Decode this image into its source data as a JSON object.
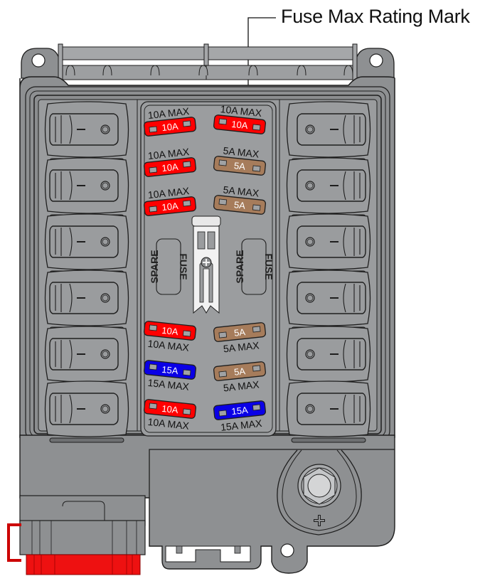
{
  "callout": {
    "label": "Fuse Max Rating Mark"
  },
  "colors": {
    "housing": "#8e9092",
    "housing_light": "#a3a5a7",
    "panel": "#9a9c9e",
    "fuse_red": "#ff0000",
    "fuse_tan": "#a67c5b",
    "fuse_blue": "#0a00e6",
    "connector_red": "#ee1111",
    "outline": "#1e1e1e"
  },
  "fuses_top": [
    {
      "id": "fuse-1",
      "rating": "10A",
      "max_label": "10A MAX",
      "color": "red",
      "column": "left"
    },
    {
      "id": "fuse-2",
      "rating": "10A",
      "max_label": "10A MAX",
      "color": "red",
      "column": "right"
    },
    {
      "id": "fuse-3",
      "rating": "10A",
      "max_label": "10A MAX",
      "color": "red",
      "column": "left"
    },
    {
      "id": "fuse-4",
      "rating": "5A",
      "max_label": "5A MAX",
      "color": "tan",
      "column": "right"
    },
    {
      "id": "fuse-5",
      "rating": "10A",
      "max_label": "10A MAX",
      "color": "red",
      "column": "left"
    },
    {
      "id": "fuse-6",
      "rating": "5A",
      "max_label": "5A MAX",
      "color": "tan",
      "column": "right"
    }
  ],
  "fuses_bottom": [
    {
      "id": "fuse-7",
      "rating": "10A",
      "max_label": "10A MAX",
      "color": "red",
      "column": "left"
    },
    {
      "id": "fuse-8",
      "rating": "5A",
      "max_label": "5A MAX",
      "color": "tan",
      "column": "right"
    },
    {
      "id": "fuse-9",
      "rating": "15A",
      "max_label": "15A MAX",
      "color": "blue",
      "column": "left"
    },
    {
      "id": "fuse-10",
      "rating": "5A",
      "max_label": "5A MAX",
      "color": "tan",
      "column": "right"
    },
    {
      "id": "fuse-11",
      "rating": "10A",
      "max_label": "10A MAX",
      "color": "red",
      "column": "left"
    },
    {
      "id": "fuse-12",
      "rating": "15A",
      "max_label": "15A MAX",
      "color": "blue",
      "column": "right"
    }
  ],
  "spare_slots": [
    {
      "line1": "SPARE",
      "line2": "FUSE"
    },
    {
      "line1": "SPARE",
      "line2": "FUSE"
    }
  ],
  "switches": {
    "left_count": 6,
    "right_count": 6
  },
  "terminal": {
    "polarity_symbol": "+"
  }
}
